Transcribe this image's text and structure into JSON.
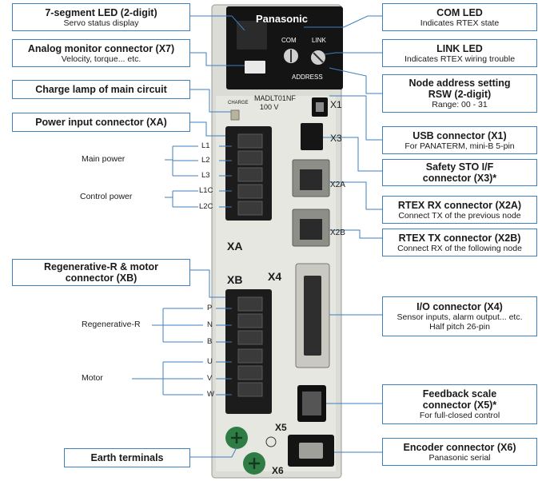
{
  "callouts": {
    "seg_led": {
      "title": "7-segment LED (2-digit)",
      "sub": "Servo status display"
    },
    "analog": {
      "title": "Analog monitor connector (X7)",
      "sub": "Velocity, torque... etc."
    },
    "charge": {
      "title": "Charge lamp of main circuit"
    },
    "power": {
      "title": "Power input connector (XA)"
    },
    "regen": {
      "title": "Regenerative-R & motor connector (XB)"
    },
    "earth": {
      "title": "Earth terminals"
    },
    "com": {
      "title": "COM LED",
      "sub": "Indicates RTEX state"
    },
    "link": {
      "title": "LINK LED",
      "sub": "Indicates RTEX wiring trouble"
    },
    "node": {
      "title": "Node address setting RSW (2-digit)",
      "sub": "Range: 00 - 31"
    },
    "usb": {
      "title": "USB connector (X1)",
      "sub": "For PANATERM, mini-B 5-pin"
    },
    "sto": {
      "title": "Safety STO I/F connector (X3)*"
    },
    "rx": {
      "title": "RTEX RX connector (X2A)",
      "sub": "Connect TX of the previous node"
    },
    "tx": {
      "title": "RTEX TX connector (X2B)",
      "sub": "Connect RX of the following node"
    },
    "io": {
      "title": "I/O connector (X4)",
      "sub": "Sensor inputs, alarm output... etc.",
      "sub2": "Half pitch 26-pin"
    },
    "feedback": {
      "title": "Feedback scale connector (X5)*",
      "sub": "For full-closed control"
    },
    "encoder": {
      "title": "Encoder connector (X6)",
      "sub": "Panasonic serial"
    }
  },
  "groups": {
    "main_power": "Main power",
    "control_power": "Control power",
    "regenerative": "Regenerative-R",
    "motor": "Motor"
  },
  "terminals": {
    "l1": "L1",
    "l2": "L2",
    "l3": "L3",
    "l1c": "L1C",
    "l2c": "L2C",
    "p": "P",
    "n": "N",
    "b": "B",
    "u": "U",
    "v": "V",
    "w": "W"
  },
  "device": {
    "brand": "Panasonic",
    "com": "COM",
    "link": "LINK",
    "address": "ADDRESS",
    "charge": "CHARGE",
    "model": "MADLT01NF",
    "voltage": "100 V",
    "x1": "X1",
    "x3": "X3",
    "x2a": "X2A",
    "x2b": "X2B",
    "xa": "XA",
    "xb": "XB",
    "x4": "X4",
    "x5": "X5",
    "x6": "X6"
  },
  "colors": {
    "callout_border": "#3d7fbf",
    "leader_line": "#3d7fbf",
    "body": "#d9d9d4",
    "top_panel": "#111111"
  }
}
